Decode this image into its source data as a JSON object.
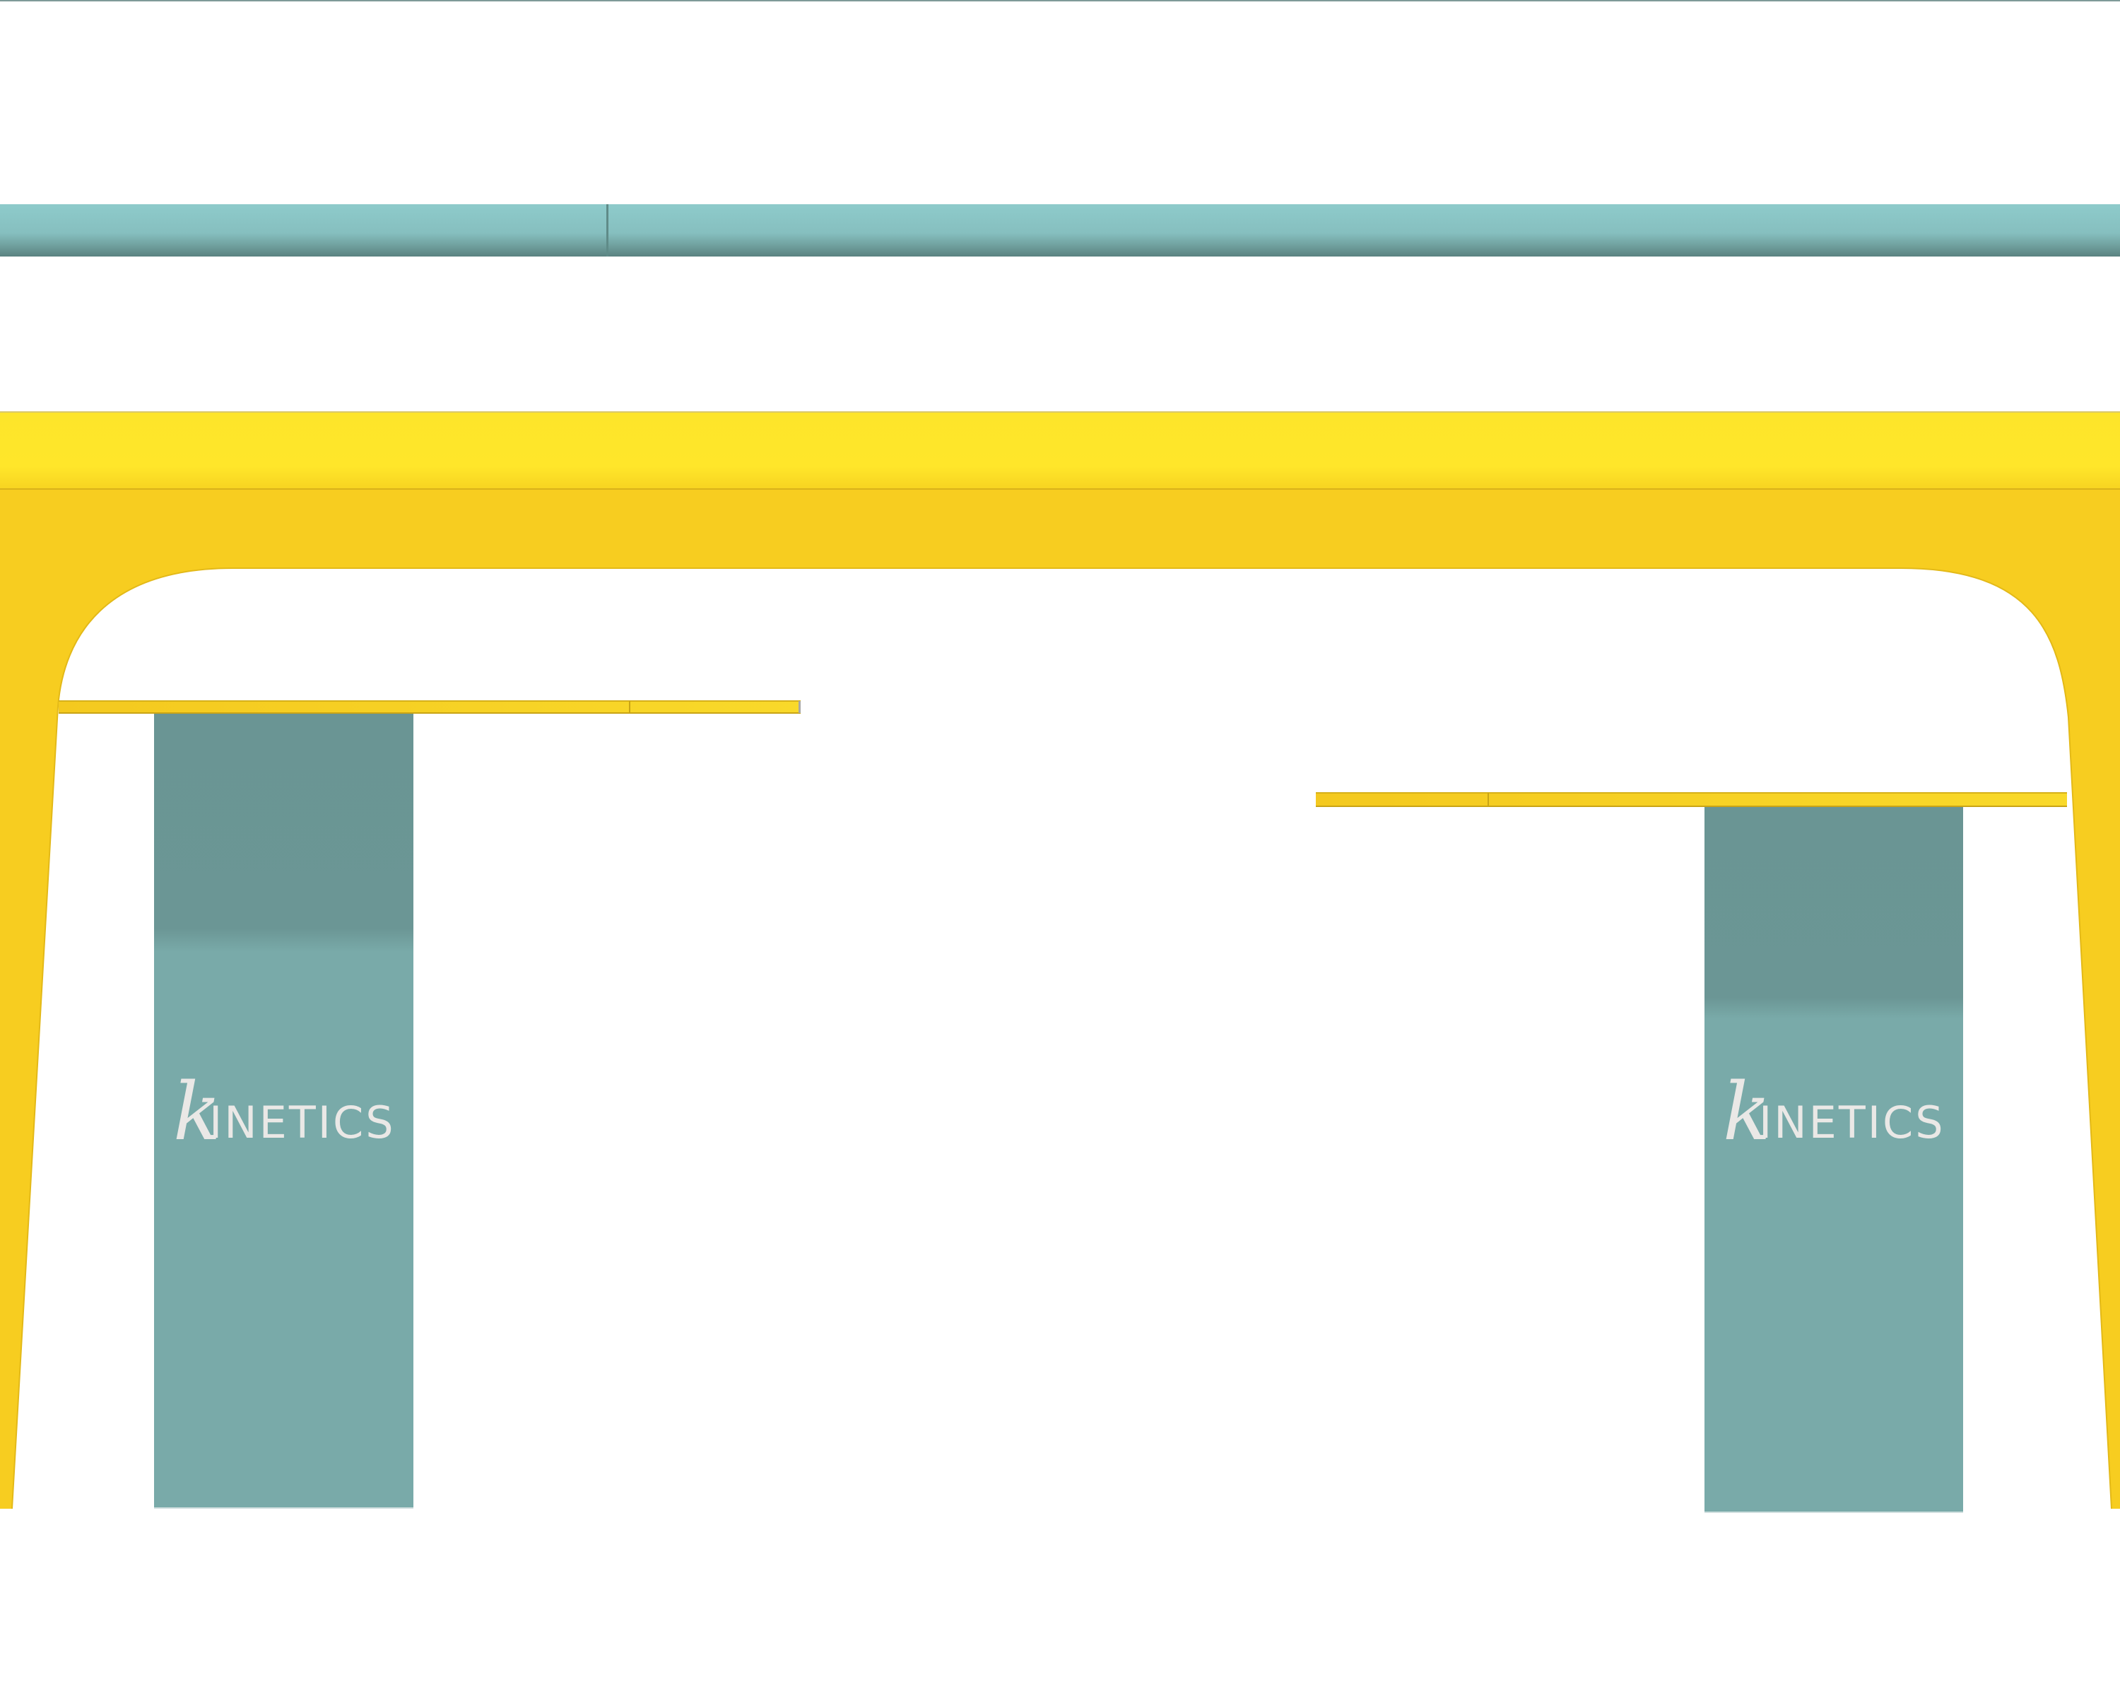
{
  "scene": {
    "description_label": "",
    "colors": {
      "background": "#ffffff",
      "rail_light": "#8cc5c6",
      "rail_dark": "#5f8b88",
      "frame_yellow": "#f7cd20",
      "frame_yellow_light": "#ffe92a",
      "panel_teal": "#79aaa9",
      "panel_teal_dark": "#6b9695",
      "logo_text": "#eae8e6"
    }
  },
  "panels": [
    {
      "id": "left",
      "logo_k": "k",
      "logo_rest": "INETICS"
    },
    {
      "id": "right",
      "logo_k": "k",
      "logo_rest": "INETICS"
    }
  ]
}
